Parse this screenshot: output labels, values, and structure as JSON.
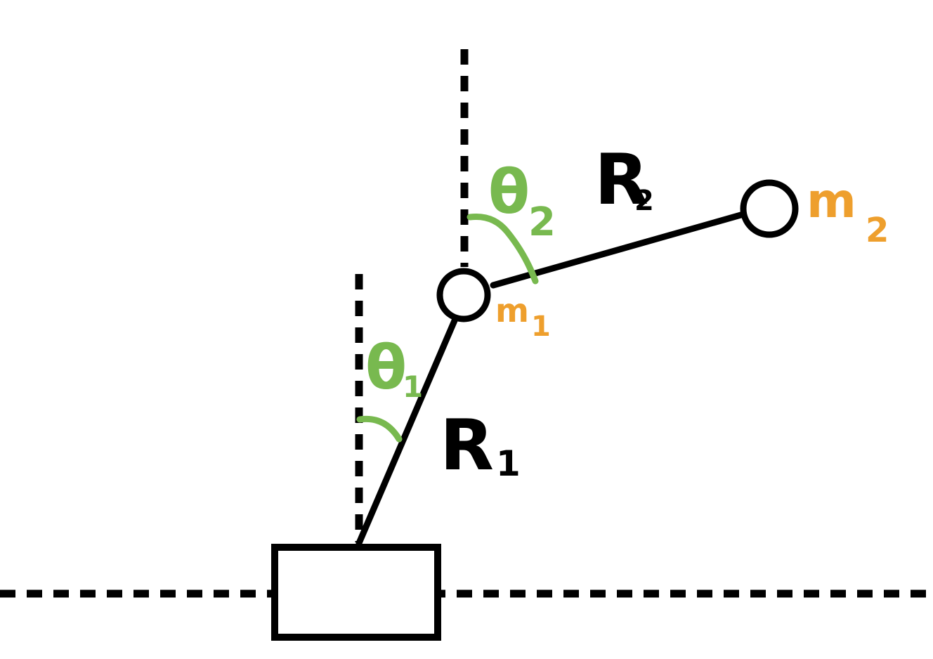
{
  "labels": {
    "theta1": "θ",
    "theta1_sub": "1",
    "theta2": "θ",
    "theta2_sub": "2",
    "r1": "R",
    "r1_sub": "1",
    "r2": "R",
    "r2_sub": "2",
    "m1": "m",
    "m1_sub": "1",
    "m2": "m",
    "m2_sub": "2"
  },
  "colors": {
    "line": "#000000",
    "angle": "#78b94f",
    "mass": "#ee9f2d",
    "background": "#ffffff"
  }
}
